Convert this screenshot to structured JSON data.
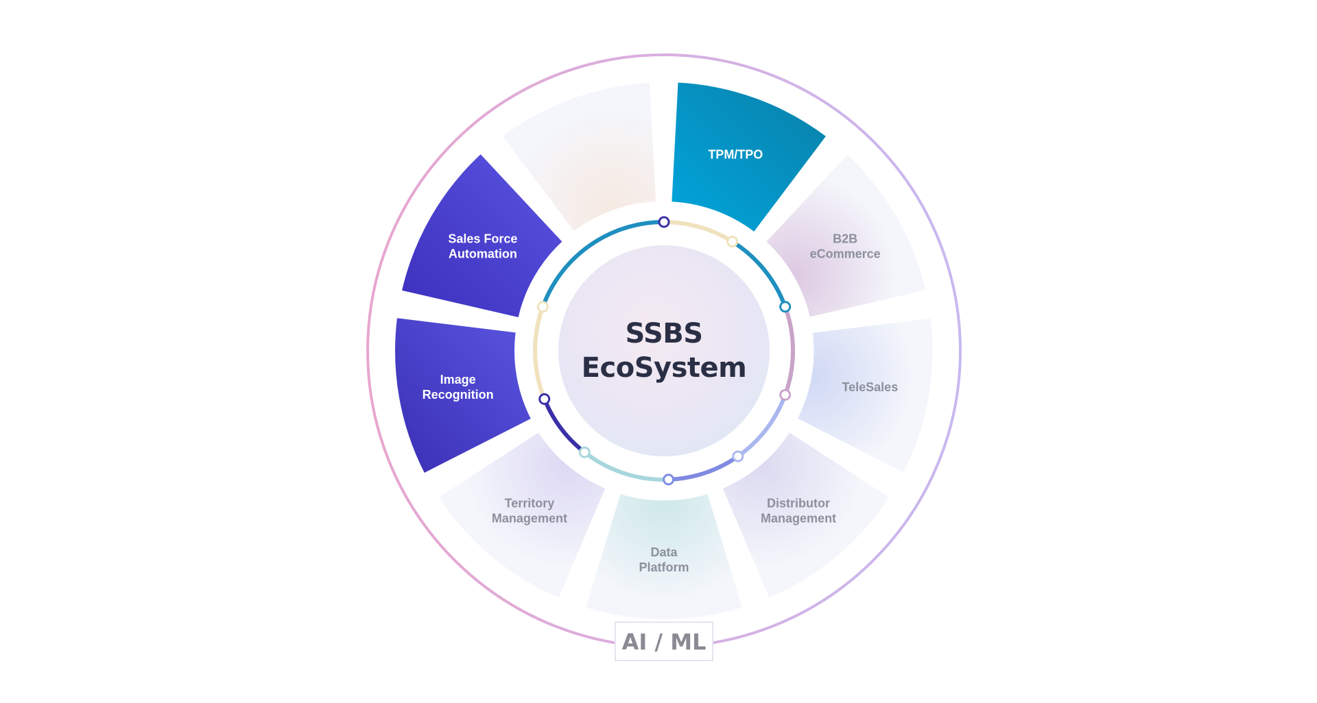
{
  "center": {
    "lines": [
      "SSBS",
      "EcoSystem"
    ],
    "text_color": "#2b2f45"
  },
  "footer_label": "AI / ML",
  "segments": [
    {
      "id": "tpm-tpo",
      "lines": [
        "TPM/TPO"
      ],
      "active": true,
      "fill_from": "#00a6dd",
      "fill_to": "#0a7fa8",
      "text_color": "#ffffff"
    },
    {
      "id": "b2b-ecommerce",
      "lines": [
        "B2B",
        "eCommerce"
      ],
      "active": false,
      "tint": "#d7bfdc",
      "text_color": "#8c8f9c"
    },
    {
      "id": "telesales",
      "lines": [
        "TeleSales"
      ],
      "active": false,
      "tint": "#c8d2f3",
      "text_color": "#8c8f9c"
    },
    {
      "id": "distributor-management",
      "lines": [
        "Distributor",
        "Management"
      ],
      "active": false,
      "tint": "#d6d3ee",
      "text_color": "#8c8f9c"
    },
    {
      "id": "data-platform",
      "lines": [
        "Data",
        "Platform"
      ],
      "active": false,
      "tint": "#c6e4e6",
      "text_color": "#8c8f9c"
    },
    {
      "id": "territory-management",
      "lines": [
        "Territory",
        "Management"
      ],
      "active": false,
      "tint": "#d7d2f2",
      "text_color": "#8c8f9c"
    },
    {
      "id": "image-recognition",
      "lines": [
        "Image",
        "Recognition"
      ],
      "active": true,
      "fill_from": "#3a2fb5",
      "fill_to": "#5a55e0",
      "text_color": "#ffffff"
    },
    {
      "id": "sales-force-automation",
      "lines": [
        "Sales Force",
        "Automation"
      ],
      "active": true,
      "fill_from": "#3c2fbd",
      "fill_to": "#5b54e2",
      "text_color": "#ffffff"
    },
    {
      "id": "blank-segment",
      "lines": [],
      "active": false,
      "tint": "#f5e6dc",
      "text_color": "#8c8f9c"
    }
  ],
  "colors": {
    "outer_ring_left": "#e8a6cf",
    "outer_ring_right": "#c8b8f0",
    "inner_ring": [
      "#f0e2bd",
      "#1f8fbf",
      "#c9a3c9",
      "#aab7ef",
      "#7f8ae0",
      "#a7d7dc",
      "#3a2fa8"
    ],
    "ring_node_fill": "#ffffff"
  },
  "icons": {
    "ring_nodes": "ring-node-icon"
  }
}
